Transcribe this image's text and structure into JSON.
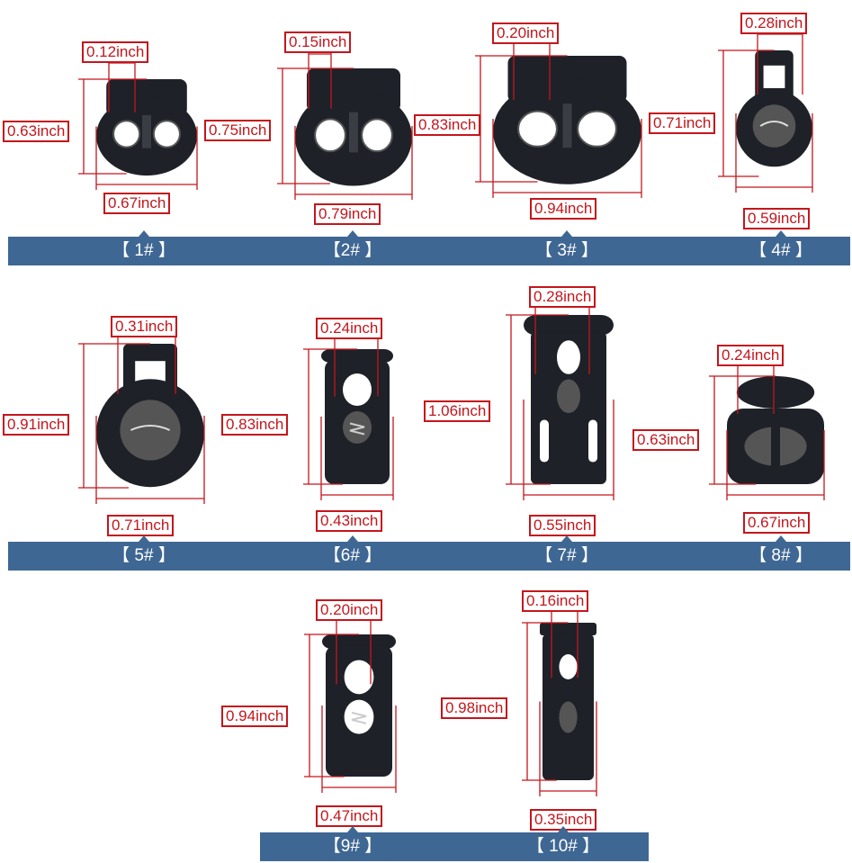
{
  "colors": {
    "dimension": "#c4161c",
    "bar": "#3f6793",
    "bar_text": "#ffffff",
    "stopper": "#1e2128"
  },
  "items": [
    {
      "label": "【 1# 】",
      "width": "0.67inch",
      "height": "0.63inch",
      "hole": "0.12inch",
      "icon": "round-double-hole-cord-stopper"
    },
    {
      "label": "【2# 】",
      "width": "0.79inch",
      "height": "0.75inch",
      "hole": "0.15inch",
      "icon": "oval-double-hole-cord-stopper"
    },
    {
      "label": "【 3# 】",
      "width": "0.94inch",
      "height": "0.83inch",
      "hole": "0.20inch",
      "icon": "large-double-hole-cord-stopper"
    },
    {
      "label": "【 4# 】",
      "width": "0.59inch",
      "height": "0.71inch",
      "hole": "0.28inch",
      "icon": "ball-cord-stopper"
    },
    {
      "label": "【 5# 】",
      "width": "0.71inch",
      "height": "0.91inch",
      "hole": "0.31inch",
      "icon": "large-ball-cord-stopper"
    },
    {
      "label": "【6# 】",
      "width": "0.43inch",
      "height": "0.83inch",
      "hole": "0.24inch",
      "icon": "barrel-cord-stopper"
    },
    {
      "label": "【 7# 】",
      "width": "0.55inch",
      "height": "1.06inch",
      "hole": "0.28inch",
      "icon": "slotted-cord-stopper"
    },
    {
      "label": "【 8# 】",
      "width": "0.67inch",
      "height": "0.63inch",
      "hole": "0.24inch",
      "icon": "flat-top-cord-stopper"
    },
    {
      "label": "【9# 】",
      "width": "0.47inch",
      "height": "0.94inch",
      "hole": "0.20inch",
      "icon": "double-hole-barrel-cord-stopper"
    },
    {
      "label": "【 10# 】",
      "width": "0.35inch",
      "height": "0.98inch",
      "hole": "0.16inch",
      "icon": "slim-barrel-cord-stopper"
    }
  ]
}
